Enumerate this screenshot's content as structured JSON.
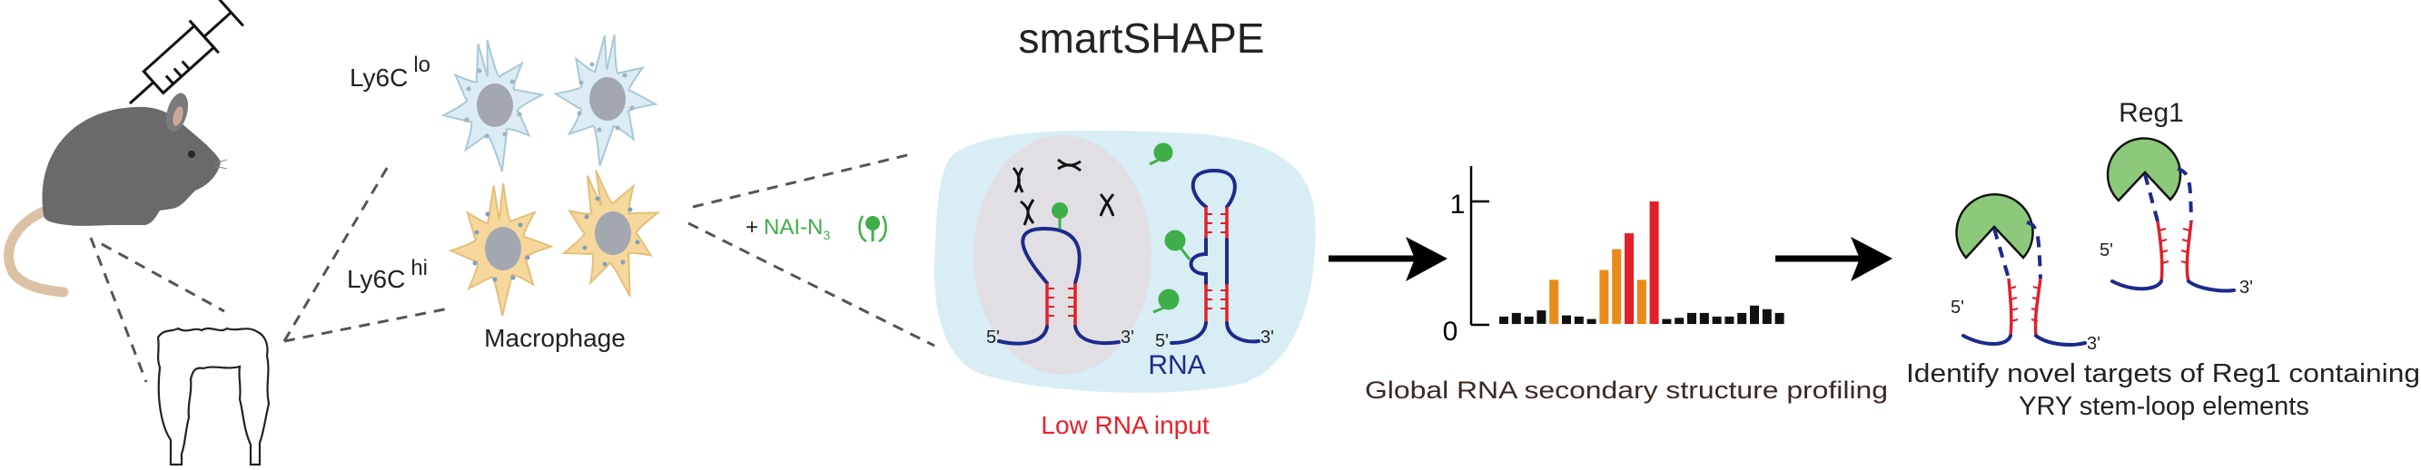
{
  "labels": {
    "ly6c_lo_base": "Ly6C",
    "ly6c_lo_sup": "lo",
    "ly6c_hi_base": "Ly6C",
    "ly6c_hi_sup": "hi",
    "macrophage": "Macrophage",
    "reagent_plus": "+",
    "reagent_name": "NAI-N",
    "reagent_sub": "3",
    "title": "smartSHAPE",
    "rna": "RNA",
    "low_input": "Low RNA input",
    "five_prime": "5'",
    "three_prime": "3'",
    "profiling_caption": "Global RNA secondary structure profiling",
    "reg1": "Reg1",
    "targets_line1": "Identify novel targets of Reg1 containing",
    "targets_line2": "YRY stem-loop elements"
  },
  "colors": {
    "cell_lo": "#dcecf4",
    "cell_hi": "#f6d89c",
    "reagent_green": "#3fae49",
    "rna_blue": "#1c2a8c",
    "pair_red": "#e0202a",
    "reg1_green": "#8cc97a",
    "low_input_red": "#e8202a"
  },
  "chart_data": {
    "type": "bar",
    "title": "",
    "xlabel": "",
    "ylabel": "",
    "ylim": [
      0,
      1
    ],
    "yticks": [
      "0",
      "1"
    ],
    "values": [
      0.06,
      0.09,
      0.06,
      0.11,
      0.36,
      0.07,
      0.06,
      0.04,
      0.44,
      0.61,
      0.74,
      0.36,
      1.0,
      0.04,
      0.05,
      0.09,
      0.09,
      0.06,
      0.06,
      0.09,
      0.15,
      0.12,
      0.09
    ],
    "classes": [
      "low",
      "low",
      "low",
      "low",
      "mid",
      "low",
      "low",
      "low",
      "mid",
      "mid",
      "high",
      "mid",
      "high",
      "low",
      "low",
      "low",
      "low",
      "low",
      "low",
      "low",
      "low",
      "low",
      "low"
    ],
    "class_colors": {
      "low": "#111111",
      "mid": "#e88b1a",
      "high": "#e0202a"
    }
  }
}
